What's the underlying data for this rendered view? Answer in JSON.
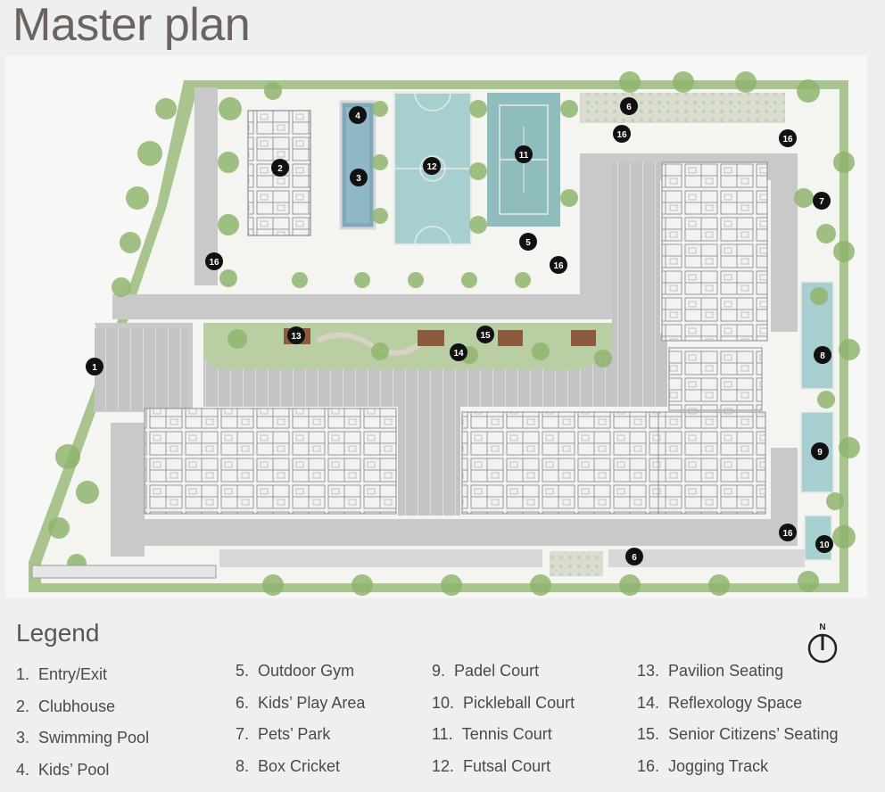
{
  "title": "Master plan",
  "legend": {
    "title": "Legend",
    "compass_label": "N",
    "columns": [
      [
        {
          "num": "1.",
          "label": "Entry/Exit"
        },
        {
          "num": "2.",
          "label": "Clubhouse"
        },
        {
          "num": "3.",
          "label": "Swimming Pool"
        },
        {
          "num": "4.",
          "label": "Kids’ Pool"
        }
      ],
      [
        {
          "num": "5.",
          "label": "Outdoor Gym"
        },
        {
          "num": "6.",
          "label": "Kids’ Play Area"
        },
        {
          "num": "7.",
          "label": "Pets’ Park"
        },
        {
          "num": "8.",
          "label": "Box Cricket"
        }
      ],
      [
        {
          "num": "9.",
          "label": "Padel Court"
        },
        {
          "num": "10.",
          "label": "Pickleball Court"
        },
        {
          "num": "11.",
          "label": "Tennis Court"
        },
        {
          "num": "12.",
          "label": "Futsal Court"
        }
      ],
      [
        {
          "num": "13.",
          "label": "Pavilion Seating"
        },
        {
          "num": "14.",
          "label": "Reflexology Space"
        },
        {
          "num": "15.",
          "label": "Senior Citizens’ Seating"
        },
        {
          "num": "16.",
          "label": "Jogging Track"
        }
      ]
    ]
  },
  "markers": [
    "1",
    "2",
    "3",
    "4",
    "5",
    "6",
    "6",
    "7",
    "8",
    "9",
    "10",
    "11",
    "12",
    "13",
    "14",
    "15",
    "16",
    "16",
    "16",
    "16",
    "16"
  ],
  "colors": {
    "road": "#c9c9c9",
    "greenery": "#8fb56f",
    "pool": "#7fa9b8",
    "court_futsal": "#a8cfcf",
    "court_tennis": "#8fbcbd",
    "marker": "#111111"
  }
}
